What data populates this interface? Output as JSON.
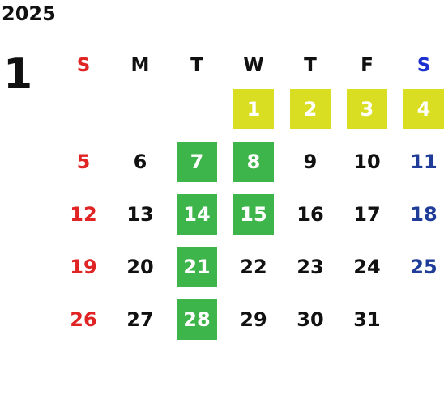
{
  "year": "2025",
  "month": "1",
  "weekdays": [
    "S",
    "M",
    "T",
    "W",
    "T",
    "F",
    "S"
  ],
  "weeks": [
    [
      "",
      "",
      "",
      "1",
      "2",
      "3",
      "4"
    ],
    [
      "5",
      "6",
      "7",
      "8",
      "9",
      "10",
      "11"
    ],
    [
      "12",
      "13",
      "14",
      "15",
      "16",
      "17",
      "18"
    ],
    [
      "19",
      "20",
      "21",
      "22",
      "23",
      "24",
      "25"
    ],
    [
      "26",
      "27",
      "28",
      "29",
      "30",
      "31",
      ""
    ]
  ],
  "highlights": {
    "yellow": [
      "1",
      "2",
      "3",
      "4"
    ],
    "green": [
      "7",
      "8",
      "14",
      "15",
      "21",
      "28"
    ]
  },
  "colors": {
    "sunday": "#e02424",
    "saturday": "#1f3c99",
    "saturday_header": "#1a2fd0",
    "highlight_yellow": "#d9de22",
    "highlight_green": "#3db54a"
  }
}
